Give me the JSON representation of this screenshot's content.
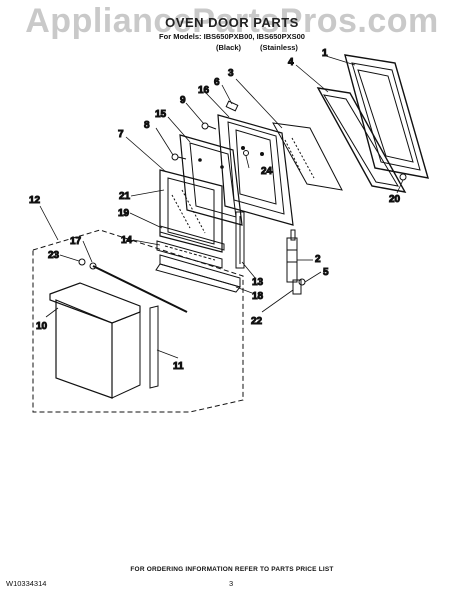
{
  "watermark": "AppliancePartsPros.com",
  "header": {
    "title": "OVEN DOOR PARTS",
    "models": "For Models: IBS650PXB00, IBS650PXS00",
    "finish_black": "(Black)",
    "finish_stainless": "(Stainless)"
  },
  "callouts": {
    "c1": "1",
    "c2": "2",
    "c3": "3",
    "c4": "4",
    "c5": "5",
    "c6": "6",
    "c7": "7",
    "c8": "8",
    "c9": "9",
    "c10": "10",
    "c11": "11",
    "c12": "12",
    "c13": "13",
    "c14": "14",
    "c15": "15",
    "c16": "16",
    "c17": "17",
    "c18": "18",
    "c19": "19",
    "c20": "20",
    "c21": "21",
    "c22": "22",
    "c23": "23",
    "c24": "24"
  },
  "footer": {
    "ordering_note": "FOR ORDERING INFORMATION REFER TO PARTS PRICE LIST",
    "doc_number": "W10334314",
    "page_number": "3"
  }
}
